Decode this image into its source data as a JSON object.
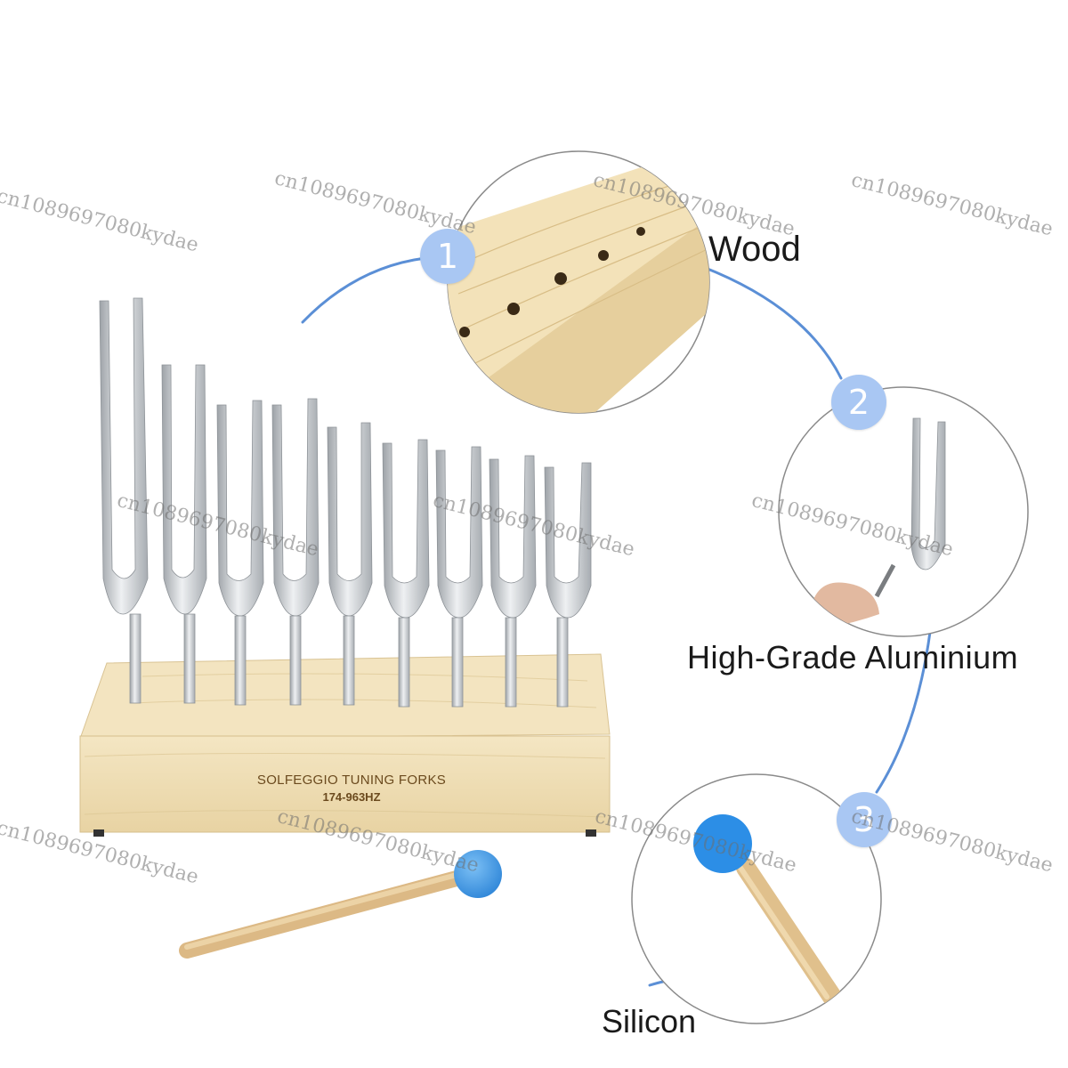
{
  "features": [
    {
      "number": "1",
      "label": "Wood"
    },
    {
      "number": "2",
      "label": "High-Grade Aluminium"
    },
    {
      "number": "3",
      "label": "Silicon"
    }
  ],
  "base_engraving": {
    "title": "SOLFEGGIO TUNING FORKS",
    "range": "174-963HZ"
  },
  "watermark": "cn1089697080kydae",
  "colors": {
    "badge": "#a9c7f3",
    "connector": "#5b8fd6",
    "wood": "#f0dfb6",
    "mallet_head": "#3f9be6",
    "aluminium": "#c9ccd0"
  },
  "icons": [
    "tuning-fork-icon",
    "mallet-icon",
    "wood-block-icon"
  ]
}
